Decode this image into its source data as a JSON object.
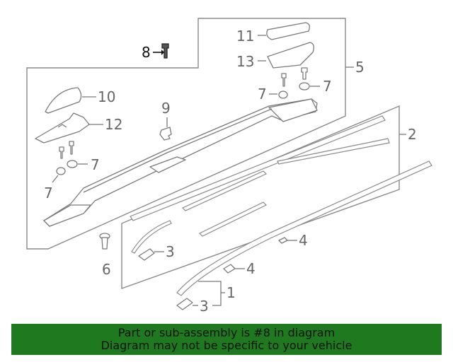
{
  "diagram": {
    "callouts": {
      "c1": "1",
      "c2": "2",
      "c3a": "3",
      "c3b": "3",
      "c4a": "4",
      "c4b": "4",
      "c5": "5",
      "c6": "6",
      "c7a": "7",
      "c7b": "7",
      "c7c": "7",
      "c7d": "7",
      "c8": "8",
      "c9": "9",
      "c10": "10",
      "c11": "11",
      "c12": "12",
      "c13": "13"
    },
    "highlighted_part": "8"
  },
  "banner": {
    "line1": "Part or sub-assembly is #8 in diagram",
    "line2": "Diagram may not be specific to your vehicle"
  },
  "colors": {
    "banner_bg": "#1f7a1f",
    "line_gray": "#7a7a7a",
    "highlight": "#111111"
  }
}
